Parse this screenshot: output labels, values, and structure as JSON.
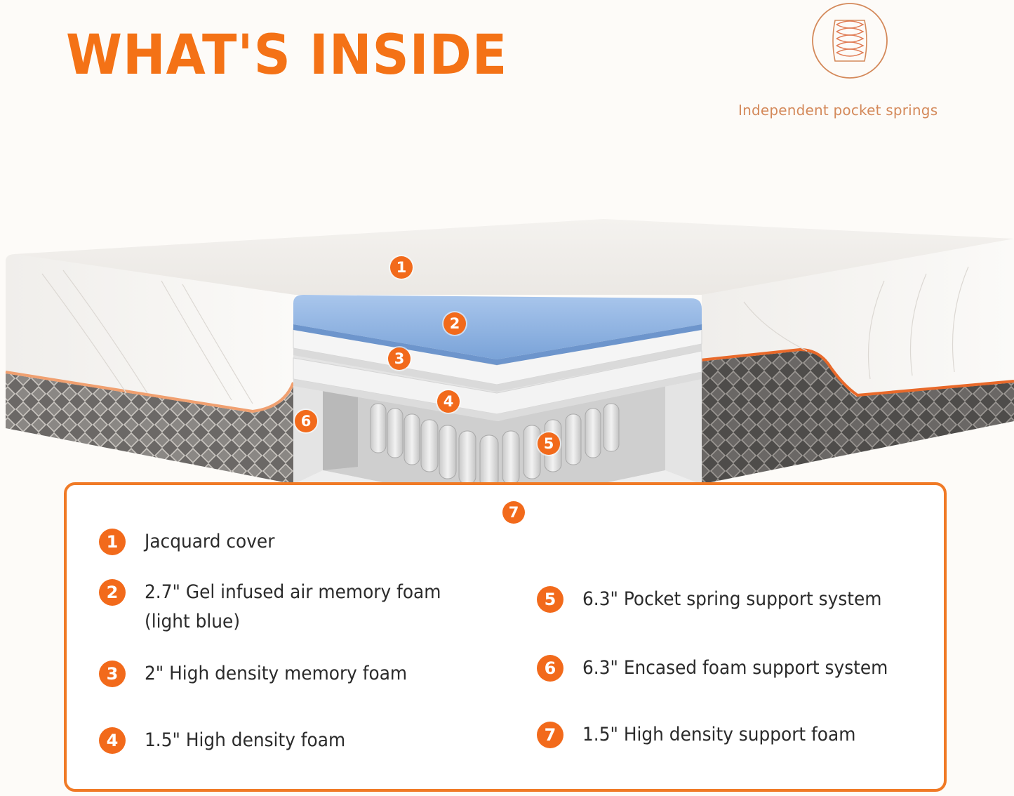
{
  "header": {
    "title": "WHAT'S INSIDE"
  },
  "feature": {
    "icon": "pocket-spring-icon",
    "label": "Independent  pocket springs"
  },
  "colors": {
    "accent": "#f47216",
    "marker": "#f26a1b",
    "feature_text": "#d4895a",
    "gel_foam_blue": "#8fb4e3",
    "base_fabric": "#5f5d5b",
    "background": "#fdfbf8"
  },
  "diagram": {
    "markers": [
      "1",
      "2",
      "3",
      "4",
      "5",
      "6",
      "7"
    ]
  },
  "legend": {
    "items": [
      {
        "num": "1",
        "text": "Jacquard cover"
      },
      {
        "num": "2",
        "text": "2.7\" Gel infused air memory foam",
        "text2": "(light blue)"
      },
      {
        "num": "3",
        "text": "2\" High density memory foam"
      },
      {
        "num": "4",
        "text": "1.5\" High density foam"
      },
      {
        "num": "5",
        "text": "6.3\" Pocket spring support system"
      },
      {
        "num": "6",
        "text": "6.3\" Encased foam support system"
      },
      {
        "num": "7",
        "text": "1.5\" High density support foam"
      }
    ]
  }
}
